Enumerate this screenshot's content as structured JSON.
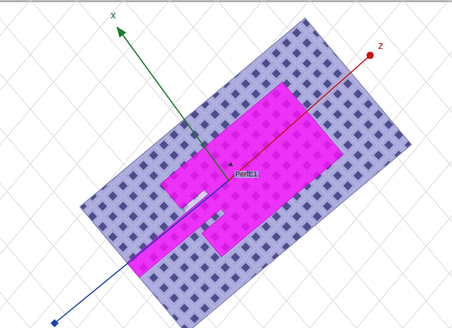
{
  "diagram": {
    "labels": [
      "x",
      "z",
      "PerfE1"
    ]
  }
}
